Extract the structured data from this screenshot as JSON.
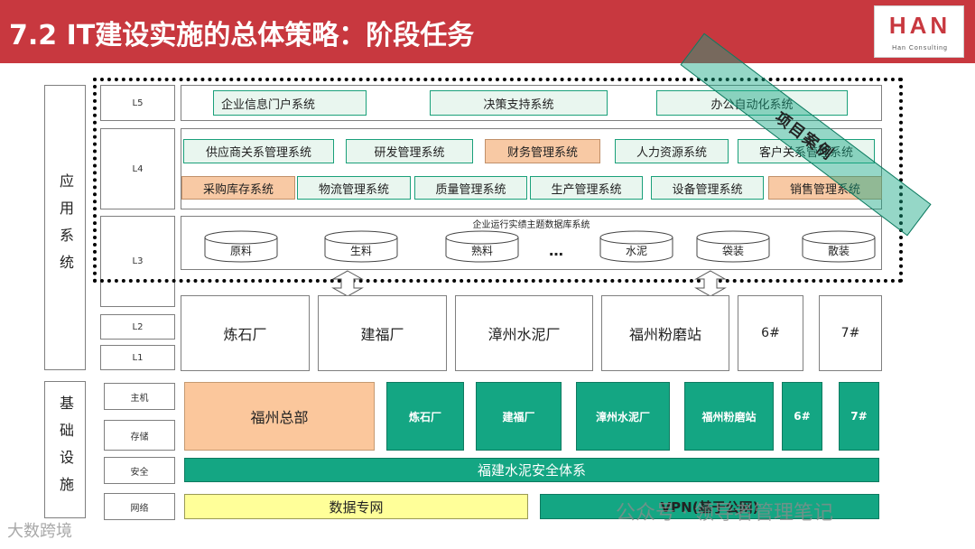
{
  "title": "7.2 IT建设实施的总体策略：阶段任务",
  "logo": {
    "brand": "HAN",
    "sub": "Han Consulting"
  },
  "section_labels": {
    "application": "应用系统",
    "infrastructure": "基础设施"
  },
  "levels": {
    "l5": "L5",
    "l4": "L4",
    "l3": "L3",
    "l2": "L2",
    "l1": "L1"
  },
  "infra_labels": {
    "host": "主机",
    "storage": "存储",
    "security": "安全",
    "network": "网络"
  },
  "l5_systems": [
    "企业信息门户系统",
    "决策支持系统",
    "办公自动化系统"
  ],
  "l4_row1": [
    "供应商关系管理系统",
    "研发管理系统",
    "财务管理系统",
    "人力资源系统",
    "客户关系管理系统"
  ],
  "l4_row2": [
    "采购库存系统",
    "物流管理系统",
    "质量管理系统",
    "生产管理系统",
    "设备管理系统",
    "销售管理系统"
  ],
  "l3": {
    "title": "企业运行实绩主题数据库系统",
    "databases": [
      "原料",
      "生料",
      "熟料",
      "…",
      "水泥",
      "袋装",
      "散装"
    ]
  },
  "plants": [
    "炼石厂",
    "建福厂",
    "漳州水泥厂",
    "福州粉磨站",
    "6#",
    "7#"
  ],
  "infra_sites": {
    "hq": "福州总部",
    "sites": [
      "炼石厂",
      "建福厂",
      "漳州水泥厂",
      "福州粉磨站",
      "6#",
      "7#"
    ]
  },
  "security_bar": "福建水泥安全体系",
  "network": {
    "private": "数据专网",
    "vpn": "VPN(基于公网)"
  },
  "project_case": "项目案例",
  "watermarks": {
    "left": "大数跨境",
    "right": "公众号 · 领导者管理笔记"
  },
  "colors": {
    "header": "#c8383f",
    "green": "#14a683",
    "orange": "#fbc79c",
    "yellow": "#ffff99"
  }
}
